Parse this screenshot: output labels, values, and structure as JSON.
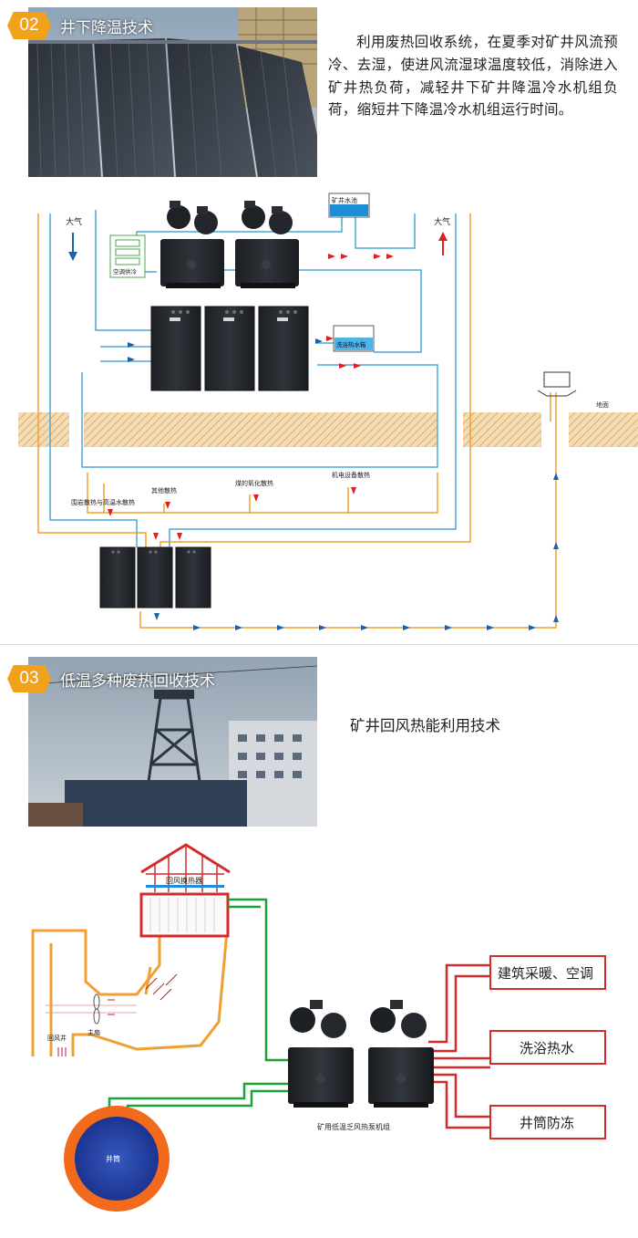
{
  "section02": {
    "number": "02",
    "title": "井下降温技术",
    "description": "利用废热回收系统，在夏季对矿井风流预冷、去湿，使进风流湿球温度较低，消除进入矿井热负荷，减轻井下矿井降温冷水机组负荷，缩短井下降温冷水机组运行时间。",
    "diagram": {
      "atmosphere_left": "大气",
      "atmosphere_right": "大气",
      "ac_cooling": "空调供冷",
      "mine_pool": "矿井水池",
      "bath_tank": "洗浴热水箱",
      "ground": "地面",
      "heat_rock": "围岩散热与高温水散热",
      "heat_other": "其他散热",
      "heat_coal": "煤的氧化散热",
      "heat_equipment": "机电设备散热"
    }
  },
  "section03": {
    "number": "03",
    "title": "低温多种废热回收技术",
    "subtitle": "矿井回风热能利用技术",
    "diagram": {
      "exchanger": "回风换热器",
      "main_fan": "主扇",
      "return_shaft": "回风井",
      "shaft": "井筒",
      "heat_pump": "矿用低温乏风热泵机组",
      "out_heating": "建筑采暖、空调",
      "out_bath": "洗浴热水",
      "out_antifreeze": "井筒防冻"
    }
  },
  "colors": {
    "orange_badge": "#f2a11a",
    "pipe_blue": "#4da7d9",
    "pipe_orange": "#f0a030",
    "flow_arrow_blue": "#1f5fa8",
    "flow_arrow_red": "#e02020",
    "pipe_green": "#1aa33a",
    "pipe_red": "#d42a2a",
    "shaft_orange": "#f26a1b",
    "shaft_blue": "#2747a8"
  }
}
